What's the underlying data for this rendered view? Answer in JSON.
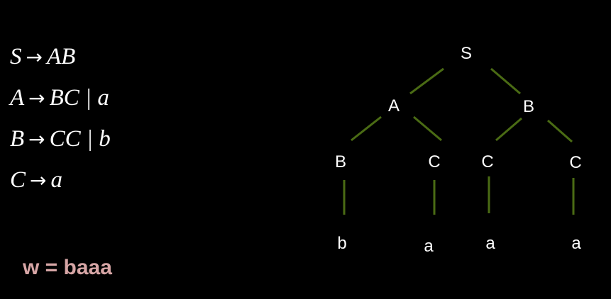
{
  "grammar": {
    "rules": [
      {
        "lhs": "S",
        "rhs": "AB"
      },
      {
        "lhs": "A",
        "rhs": "BC | a"
      },
      {
        "lhs": "B",
        "rhs": "CC | b"
      },
      {
        "lhs": "C",
        "rhs": "a"
      }
    ],
    "arrow": "→"
  },
  "word": "w = baaa",
  "tree": {
    "nodes": {
      "s": "S",
      "a": "A",
      "b": "B",
      "ab": "B",
      "ac": "C",
      "bc1": "C",
      "bc2": "C",
      "leaf1": "b",
      "leaf2": "a",
      "leaf3": "a",
      "leaf4": "a"
    }
  },
  "colors": {
    "background": "#000000",
    "text": "#ffffff",
    "edge": "#4a6b14",
    "word": "#d7a6a6"
  }
}
